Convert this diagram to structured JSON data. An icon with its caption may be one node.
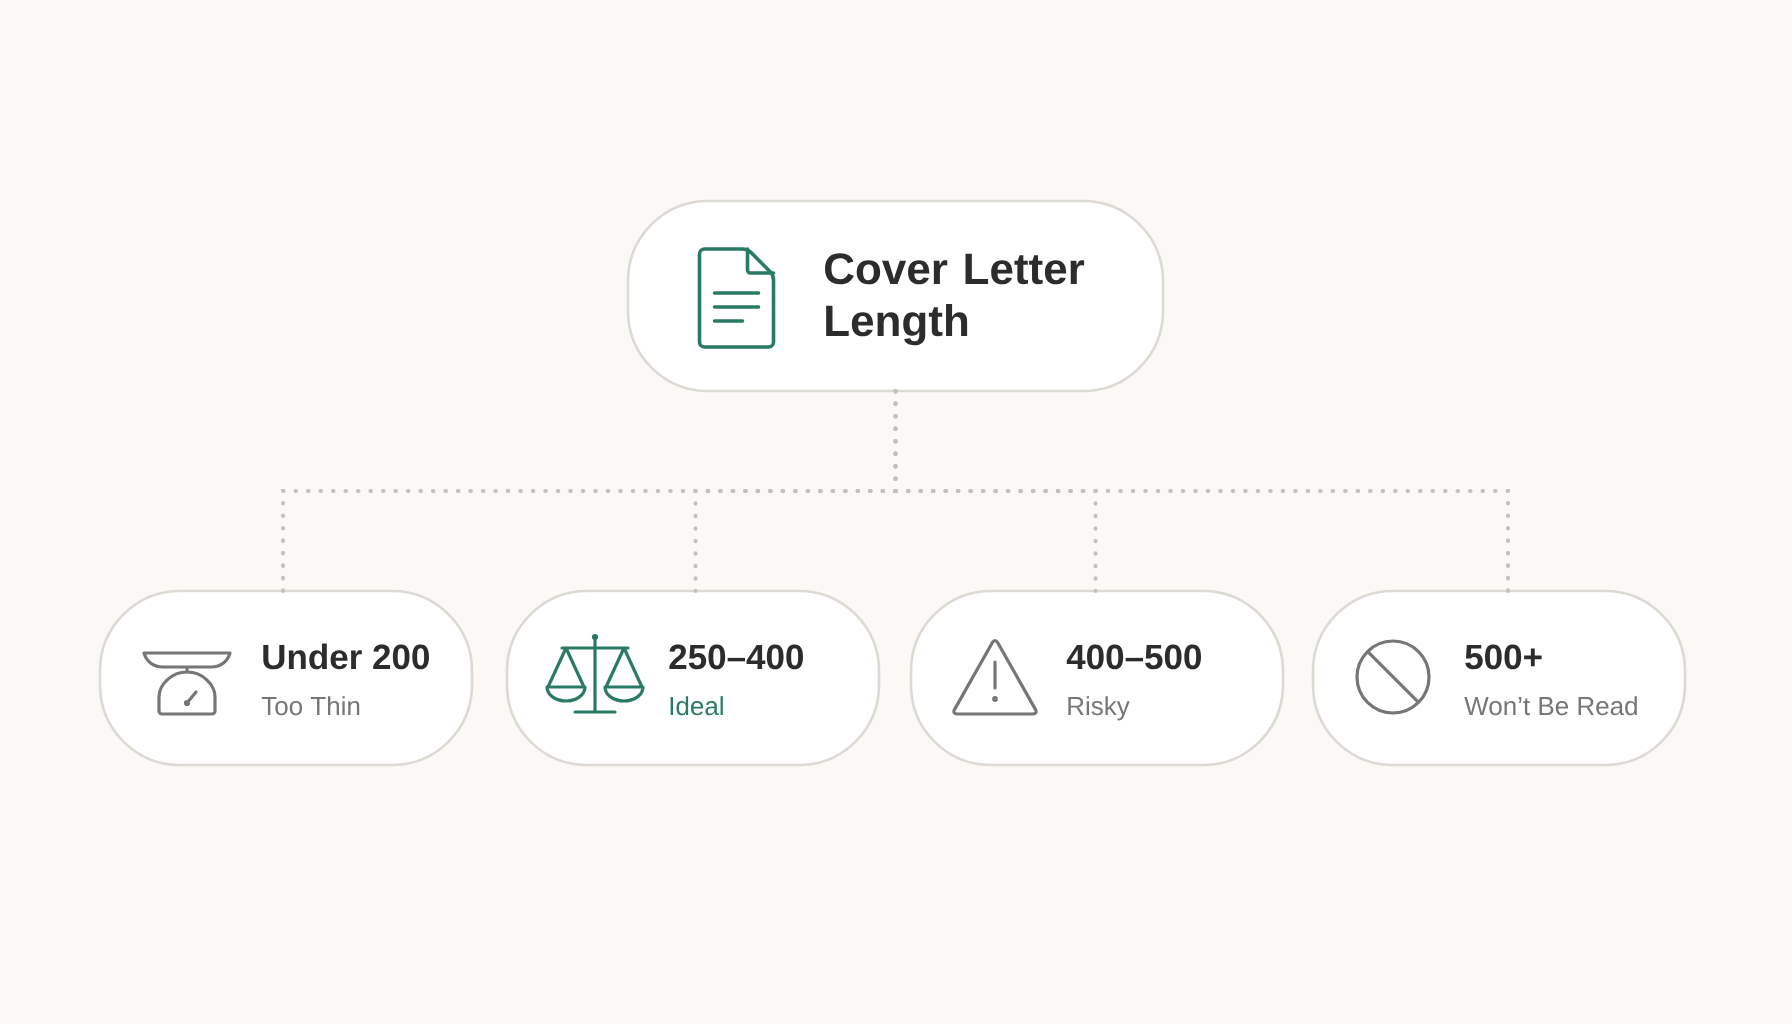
{
  "diagram": {
    "nodes": [
      {
        "text": [
          "Cover Letter Length"
        ]
      },
      {
        "text": [
          "Under 200",
          "Too Thin"
        ]
      },
      {
        "text": [
          "250–400",
          "Ideal"
        ]
      },
      {
        "text": [
          "400–500",
          "Risky"
        ]
      },
      {
        "text": [
          "500+",
          "Won’t Be Read"
        ]
      }
    ],
    "edges": [
      {
        "from": 0,
        "to": 1,
        "arrow": "none"
      },
      {
        "from": 0,
        "to": 2,
        "arrow": "none"
      },
      {
        "from": 0,
        "to": 3,
        "arrow": "none"
      },
      {
        "from": 0,
        "to": 4,
        "arrow": "none"
      }
    ]
  }
}
